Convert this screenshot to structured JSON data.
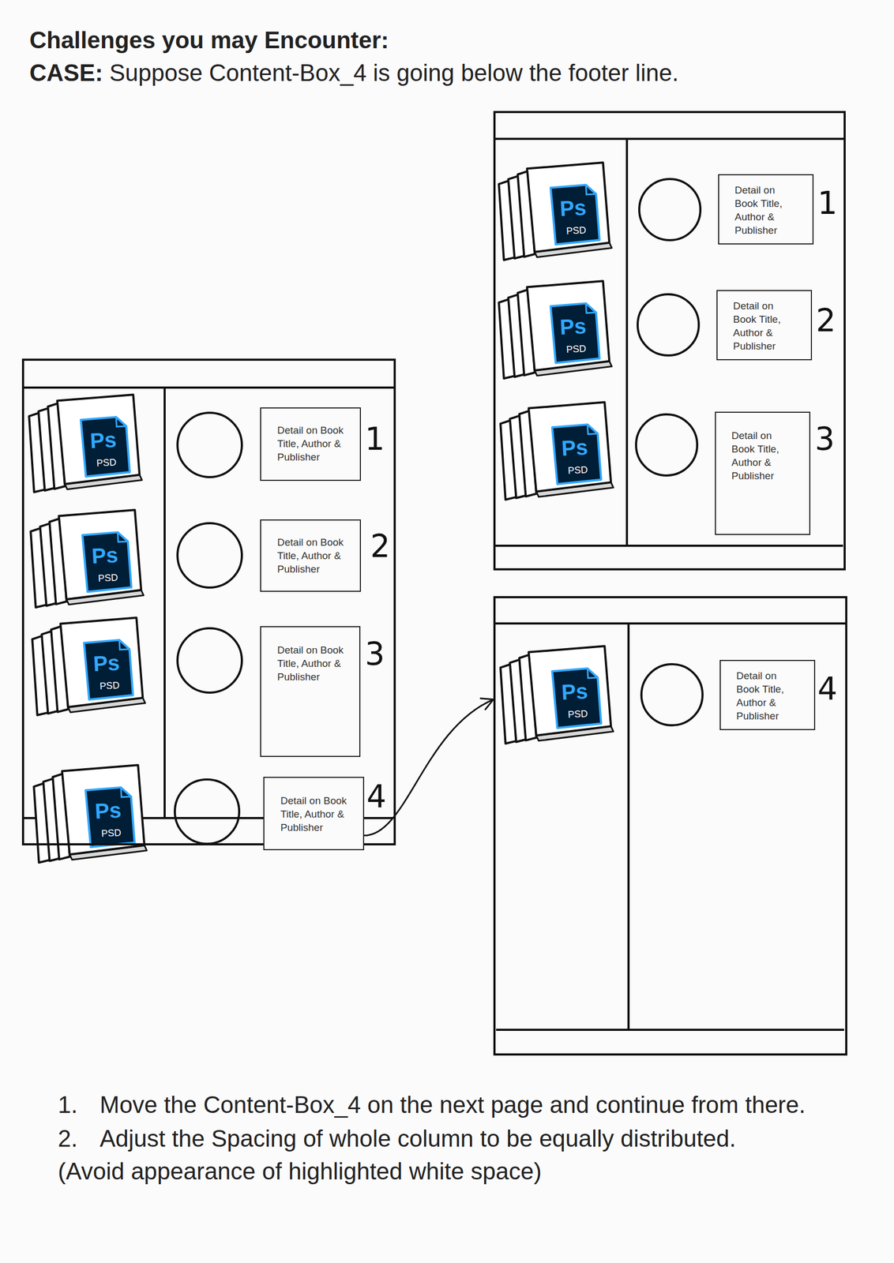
{
  "diagram": {
    "title": "Challenges you may Encounter:",
    "nodes": [
      {
        "text": []
      },
      {
        "text": [
          "Detail on Book Title, Author & Publisher"
        ],
        "in": 0
      },
      {
        "text": [
          "Detail on Book Title, Author & Publisher"
        ],
        "in": 0
      },
      {
        "text": [
          "Detail on Book Title, Author & Publisher"
        ],
        "in": 0
      },
      {
        "text": [
          "Detail on Book Title, Author & Publisher"
        ],
        "in": 0
      },
      {
        "text": []
      },
      {
        "text": [
          "Detail on Book Title, Author & Publisher"
        ],
        "in": 5
      },
      {
        "text": [
          "Detail on Book Title, Author & Publisher"
        ],
        "in": 5
      },
      {
        "text": [
          "Detail on Book Title, Author & Publisher"
        ],
        "in": 5
      },
      {
        "text": []
      },
      {
        "text": [
          "Detail on Book Title, Author & Publisher"
        ],
        "in": 9
      }
    ],
    "edges": [
      {
        "from": 4,
        "to": 9,
        "arrow": "to"
      }
    ],
    "labels": [
      "CASE:",
      "Suppose Content-Box_4 is going below the footer line.",
      "Ps",
      "PSD",
      "1",
      "Ps",
      "PSD",
      "2",
      "Ps",
      "PSD",
      "3",
      "Ps",
      "PSD",
      "4",
      "Ps",
      "PSD",
      "1",
      "Ps",
      "PSD",
      "2",
      "Ps",
      "PSD",
      "3",
      "Ps",
      "PSD",
      "4",
      "1.",
      "Move the Content-Box_4 on the next page and continue from there.",
      "2.",
      "Adjust the Spacing of whole column to be equally distributed.",
      "(Avoid appearance of highlighted white space)"
    ]
  }
}
